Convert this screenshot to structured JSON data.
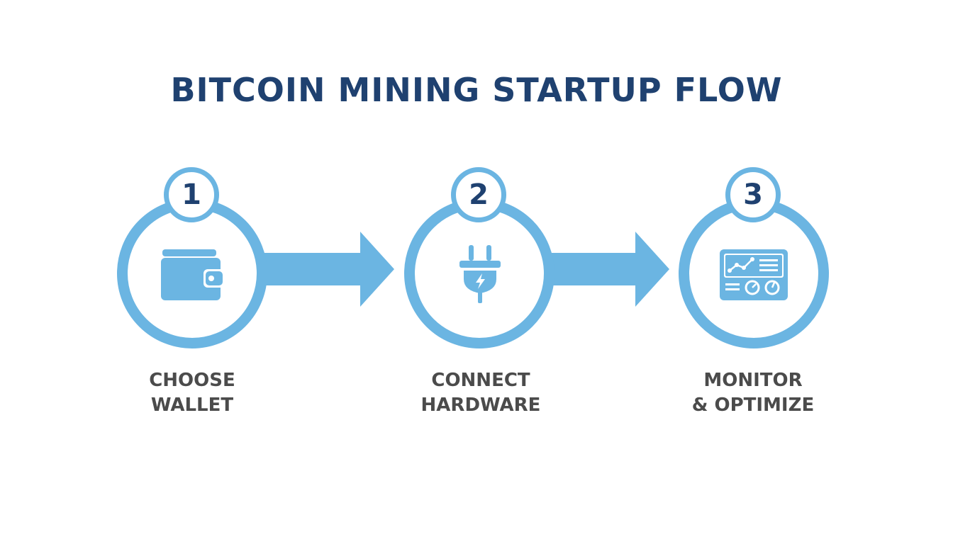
{
  "title": "BITCOIN MINING STARTUP FLOW",
  "colors": {
    "accent": "#6bb5e2",
    "title": "#1f4170",
    "label": "#4b4b4b",
    "background": "#ffffff"
  },
  "steps": [
    {
      "number": "1",
      "label_line1": "CHOOSE",
      "label_line2": "WALLET",
      "icon": "wallet-icon"
    },
    {
      "number": "2",
      "label_line1": "CONNECT",
      "label_line2": "HARDWARE",
      "icon": "power-plug-icon"
    },
    {
      "number": "3",
      "label_line1": "MONITOR",
      "label_line2": "& OPTIMIZE",
      "icon": "dashboard-monitor-icon"
    }
  ]
}
